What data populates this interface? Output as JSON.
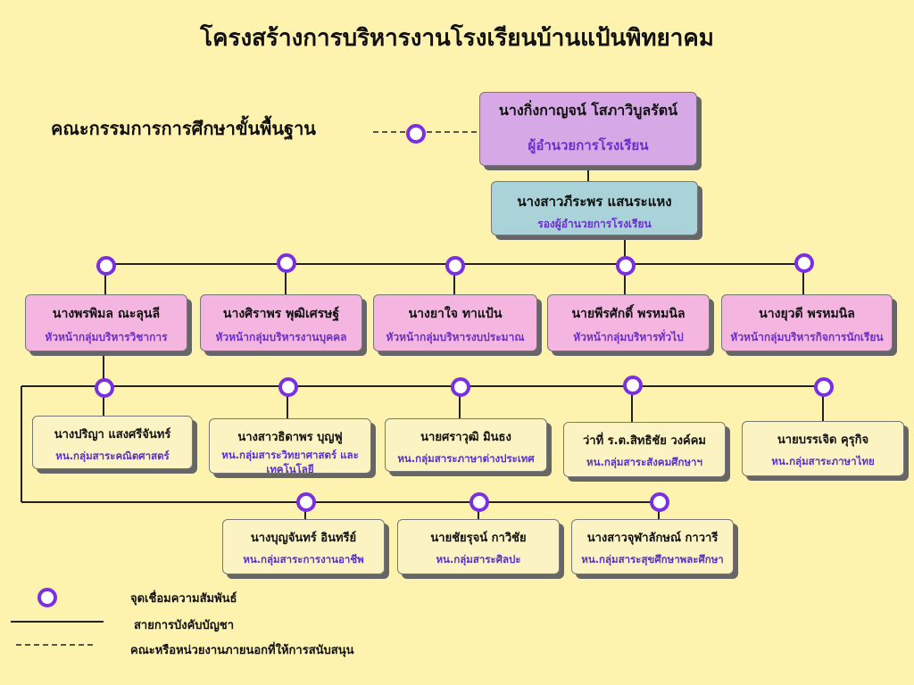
{
  "title": "โครงสร้างการบริหารงานโรงเรียนบ้านแป้นพิทยาคม",
  "board": "คณะกรรมการการศึกษาขั้นพื้นฐาน",
  "director": {
    "name": "นางกิ่งกาญจน์ โสภาวิบูลรัตน์",
    "role": "ผู้อำนวยการโรงเรียน"
  },
  "deputy": {
    "name": "นางสาวภีระพร แสนระแหง",
    "role": "รองผู้อำนวยการโรงเรียน"
  },
  "heads": [
    {
      "name": "นางพรพิมล ณะลุนลี",
      "role": "หัวหน้ากลุ่มบริหารวิชาการ"
    },
    {
      "name": "นางศิราพร พุฒิเศรษฐ์",
      "role": "หัวหน้ากลุ่มบริหารงานบุคคล"
    },
    {
      "name": "นางยาใจ ทาแป้น",
      "role": "หัวหน้ากลุ่มบริหารงบประมาณ"
    },
    {
      "name": "นายพีรศักดิ์ พรหมนิล",
      "role": "หัวหน้ากลุ่มบริหารทั่วไป"
    },
    {
      "name": "นางยุวดี พรหมนิล",
      "role": "หัวหน้ากลุ่มบริหารกิจการนักเรียน"
    }
  ],
  "subjects_row1": [
    {
      "name": "นางปริญา แสงศรีจันทร์",
      "role": "หน.กลุ่มสาระคณิตศาสตร์"
    },
    {
      "name": "นางสาวธิดาพร บุญฟู",
      "role": "หน.กลุ่มสาระวิทยาศาสตร์ และเทคโนโลยี"
    },
    {
      "name": "นายศราวุฒิ มินธง",
      "role": "หน.กลุ่มสาระภาษาต่างประเทศ"
    },
    {
      "name": "ว่าที่ ร.ต.สิทธิชัย วงค์คม",
      "role": "หน.กลุ่มสาระสังคมศึกษาฯ"
    },
    {
      "name": "นายบรรเจิด คุรุกิจ",
      "role": "หน.กลุ่มสาระภาษาไทย"
    }
  ],
  "subjects_row2": [
    {
      "name": "นางบุญจันทร์ อินทรีย์",
      "role": "หน.กลุ่มสาระการงานอาชีพ"
    },
    {
      "name": "นายชัยรุจน์ กาวิชัย",
      "role": "หน.กลุ่มสาระศิลปะ"
    },
    {
      "name": "นางสาวจุฬาลักษณ์ กาวารี",
      "role": "หน.กลุ่มสาระสุขศึกษาพละศึกษา"
    }
  ],
  "legend": {
    "node": "จุดเชื่อมความสัมพันธ์",
    "solid": "สายการบังคับบัญชา",
    "dashed": "คณะหรือหน่วยงานภายนอกที่ให้การสนับสนุน"
  },
  "colors": {
    "background": "#fdf3ae",
    "node": "#7a2fe0",
    "director": "#d7a8e6",
    "deputy": "#a9d3d8",
    "head": "#f4b6e0",
    "subject": "#fbf3c2"
  }
}
